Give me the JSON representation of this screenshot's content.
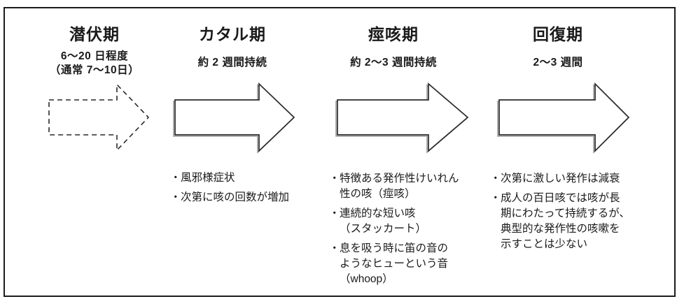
{
  "diagram": {
    "bullet_char": "・",
    "arrow_outline_color": "#2a2a2a",
    "stages": [
      {
        "title": "潜伏期",
        "duration": "6～20 日程度\n（通常 7～10日）",
        "arrow_style": "dashed",
        "bullets": []
      },
      {
        "title": "カタル期",
        "duration": "約 2 週間持続",
        "arrow_style": "solid",
        "bullets": [
          "風邪様症状",
          "次第に咳の回数が増加"
        ]
      },
      {
        "title": "痙咳期",
        "duration": "約 2～3 週間持続",
        "arrow_style": "solid",
        "bullets": [
          "特徴ある発作性けいれん\n性の咳（痙咳）",
          "連続的な短い咳\n（スタッカート）",
          "息を吸う時に笛の音の\nようなヒューという音\n（whoop）"
        ]
      },
      {
        "title": "回復期",
        "duration": "2～3 週間",
        "arrow_style": "solid",
        "bullets": [
          "次第に激しい発作は減衰",
          "成人の百日咳では咳が長\n期にわたって持続するが、\n典型的な発作性の咳嗽を\n示すことは少ない"
        ]
      }
    ]
  }
}
